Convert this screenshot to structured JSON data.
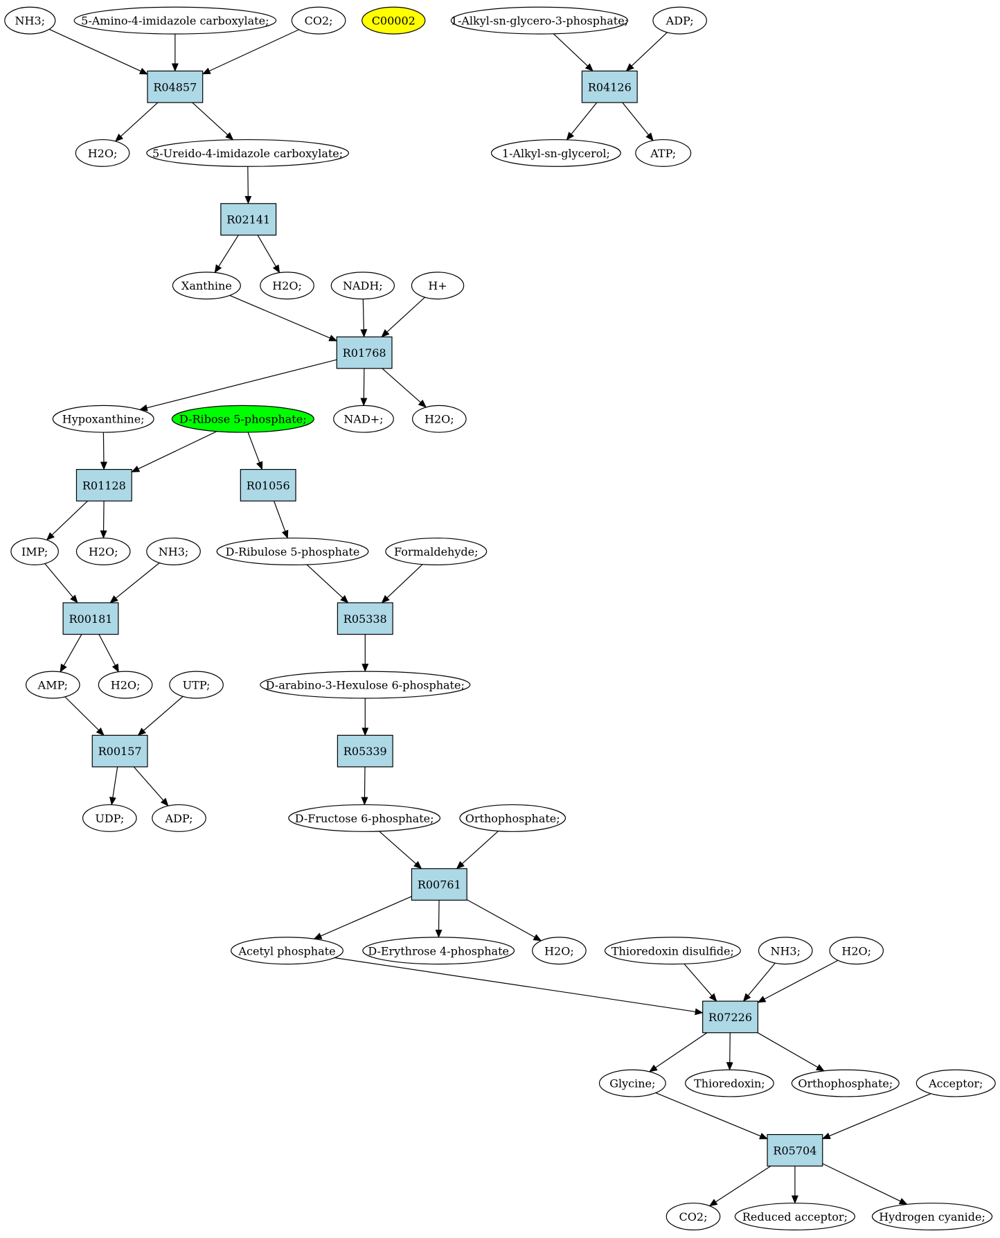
{
  "colors": {
    "reaction_fill": "#add8e6",
    "compound_fill": "#ffffff",
    "highlight_yellow": "#ffff00",
    "highlight_green": "#00ff00"
  },
  "compounds": [
    {
      "id": "c1",
      "label": "NH3;"
    },
    {
      "id": "c2",
      "label": "5-Amino-4-imidazole carboxylate;"
    },
    {
      "id": "c3",
      "label": "CO2;"
    },
    {
      "id": "c4",
      "label": "C00002",
      "highlight": "yellow"
    },
    {
      "id": "c5",
      "label": "1-Alkyl-sn-glycero-3-phosphate;"
    },
    {
      "id": "c6",
      "label": "ADP;"
    },
    {
      "id": "c7",
      "label": "H2O;"
    },
    {
      "id": "c8",
      "label": "5-Ureido-4-imidazole carboxylate;"
    },
    {
      "id": "c9",
      "label": "1-Alkyl-sn-glycerol;"
    },
    {
      "id": "c10",
      "label": "ATP;"
    },
    {
      "id": "c11",
      "label": "Xanthine"
    },
    {
      "id": "c12",
      "label": "H2O;"
    },
    {
      "id": "c13",
      "label": "NADH;"
    },
    {
      "id": "c14",
      "label": "H+"
    },
    {
      "id": "c15",
      "label": "Hypoxanthine;"
    },
    {
      "id": "c16",
      "label": "D-Ribose 5-phosphate;",
      "highlight": "green"
    },
    {
      "id": "c17",
      "label": "NAD+;"
    },
    {
      "id": "c18",
      "label": "H2O;"
    },
    {
      "id": "c19",
      "label": "IMP;"
    },
    {
      "id": "c20",
      "label": "H2O;"
    },
    {
      "id": "c21",
      "label": "NH3;"
    },
    {
      "id": "c22",
      "label": "D-Ribulose 5-phosphate"
    },
    {
      "id": "c23",
      "label": "Formaldehyde;"
    },
    {
      "id": "c24",
      "label": "AMP;"
    },
    {
      "id": "c25",
      "label": "H2O;"
    },
    {
      "id": "c26",
      "label": "UTP;"
    },
    {
      "id": "c27",
      "label": "D-arabino-3-Hexulose 6-phosphate;"
    },
    {
      "id": "c28",
      "label": "UDP;"
    },
    {
      "id": "c29",
      "label": "ADP;"
    },
    {
      "id": "c30",
      "label": "D-Fructose 6-phosphate;"
    },
    {
      "id": "c31",
      "label": "Orthophosphate;"
    },
    {
      "id": "c32",
      "label": "Acetyl phosphate"
    },
    {
      "id": "c33",
      "label": "D-Erythrose 4-phosphate"
    },
    {
      "id": "c34",
      "label": "H2O;"
    },
    {
      "id": "c35",
      "label": "Thioredoxin disulfide;"
    },
    {
      "id": "c36",
      "label": "NH3;"
    },
    {
      "id": "c37",
      "label": "H2O;"
    },
    {
      "id": "c38",
      "label": "Glycine;"
    },
    {
      "id": "c39",
      "label": "Thioredoxin;"
    },
    {
      "id": "c40",
      "label": "Orthophosphate;"
    },
    {
      "id": "c41",
      "label": "Acceptor;"
    },
    {
      "id": "c42",
      "label": "CO2;"
    },
    {
      "id": "c43",
      "label": "Reduced acceptor;"
    },
    {
      "id": "c44",
      "label": "Hydrogen cyanide;"
    }
  ],
  "reactions": [
    {
      "id": "r1",
      "label": "R04857"
    },
    {
      "id": "r2",
      "label": "R04126"
    },
    {
      "id": "r3",
      "label": "R02141"
    },
    {
      "id": "r4",
      "label": "R01768"
    },
    {
      "id": "r5",
      "label": "R01128"
    },
    {
      "id": "r6",
      "label": "R01056"
    },
    {
      "id": "r7",
      "label": "R00181"
    },
    {
      "id": "r8",
      "label": "R05338"
    },
    {
      "id": "r9",
      "label": "R00157"
    },
    {
      "id": "r10",
      "label": "R05339"
    },
    {
      "id": "r11",
      "label": "R00761"
    },
    {
      "id": "r12",
      "label": "R07226"
    },
    {
      "id": "r13",
      "label": "R05704"
    }
  ],
  "edges": [
    [
      "c1",
      "r1"
    ],
    [
      "c2",
      "r1"
    ],
    [
      "c3",
      "r1"
    ],
    [
      "r1",
      "c7"
    ],
    [
      "r1",
      "c8"
    ],
    [
      "c5",
      "r2"
    ],
    [
      "c6",
      "r2"
    ],
    [
      "r2",
      "c9"
    ],
    [
      "r2",
      "c10"
    ],
    [
      "c8",
      "r3"
    ],
    [
      "r3",
      "c11"
    ],
    [
      "r3",
      "c12"
    ],
    [
      "c11",
      "r4"
    ],
    [
      "c13",
      "r4"
    ],
    [
      "c14",
      "r4"
    ],
    [
      "r4",
      "c15"
    ],
    [
      "r4",
      "c17"
    ],
    [
      "r4",
      "c18"
    ],
    [
      "c15",
      "r5"
    ],
    [
      "c16",
      "r5"
    ],
    [
      "r5",
      "c19"
    ],
    [
      "r5",
      "c20"
    ],
    [
      "c16",
      "r6"
    ],
    [
      "r6",
      "c22"
    ],
    [
      "c19",
      "r7"
    ],
    [
      "c21",
      "r7"
    ],
    [
      "r7",
      "c24"
    ],
    [
      "r7",
      "c25"
    ],
    [
      "c22",
      "r8"
    ],
    [
      "c23",
      "r8"
    ],
    [
      "r8",
      "c27"
    ],
    [
      "c24",
      "r9"
    ],
    [
      "c26",
      "r9"
    ],
    [
      "r9",
      "c28"
    ],
    [
      "r9",
      "c29"
    ],
    [
      "c27",
      "r10"
    ],
    [
      "r10",
      "c30"
    ],
    [
      "c30",
      "r11"
    ],
    [
      "c31",
      "r11"
    ],
    [
      "r11",
      "c32"
    ],
    [
      "r11",
      "c33"
    ],
    [
      "r11",
      "c34"
    ],
    [
      "c32",
      "r12"
    ],
    [
      "c35",
      "r12"
    ],
    [
      "c36",
      "r12"
    ],
    [
      "c37",
      "r12"
    ],
    [
      "r12",
      "c38"
    ],
    [
      "r12",
      "c39"
    ],
    [
      "r12",
      "c40"
    ],
    [
      "c38",
      "r13"
    ],
    [
      "c41",
      "r13"
    ],
    [
      "r13",
      "c42"
    ],
    [
      "r13",
      "c43"
    ],
    [
      "r13",
      "c44"
    ]
  ]
}
